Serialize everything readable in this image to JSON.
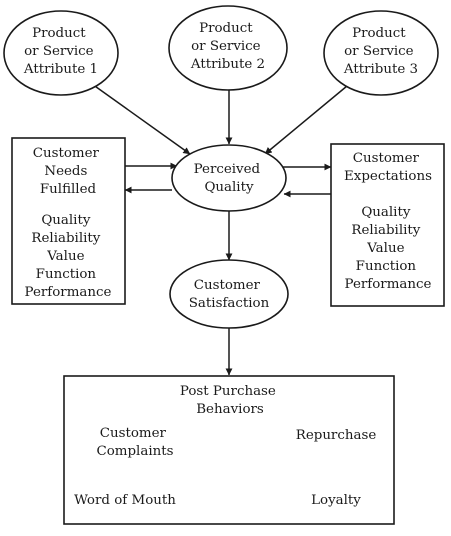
{
  "nodes": {
    "attribute_1": [
      "Product",
      "or Service",
      "Attribute 1"
    ],
    "attribute_2": [
      "Product",
      "or Service",
      "Attribute 2"
    ],
    "attribute_3": [
      "Product",
      "or Service",
      "Attribute 3"
    ],
    "perceived_quality": [
      "Perceived",
      "Quality"
    ],
    "customer_satisfaction": [
      "Customer",
      "Satisfaction"
    ],
    "needs_fulfilled": {
      "heading": [
        "Customer",
        "Needs",
        "Fulfilled"
      ],
      "items": [
        "Quality",
        "Reliability",
        "Value",
        "Function",
        "Performance"
      ]
    },
    "expectations": {
      "heading": [
        "Customer",
        "Expectations"
      ],
      "items": [
        "Quality",
        "Reliability",
        "Value",
        "Function",
        "Performance"
      ]
    },
    "post_purchase": {
      "heading": [
        "Post Purchase",
        "Behaviors"
      ],
      "complaints": [
        "Customer",
        "Complaints"
      ],
      "repurchase": "Repurchase",
      "word_of_mouth": "Word of Mouth",
      "loyalty": "Loyalty"
    }
  }
}
